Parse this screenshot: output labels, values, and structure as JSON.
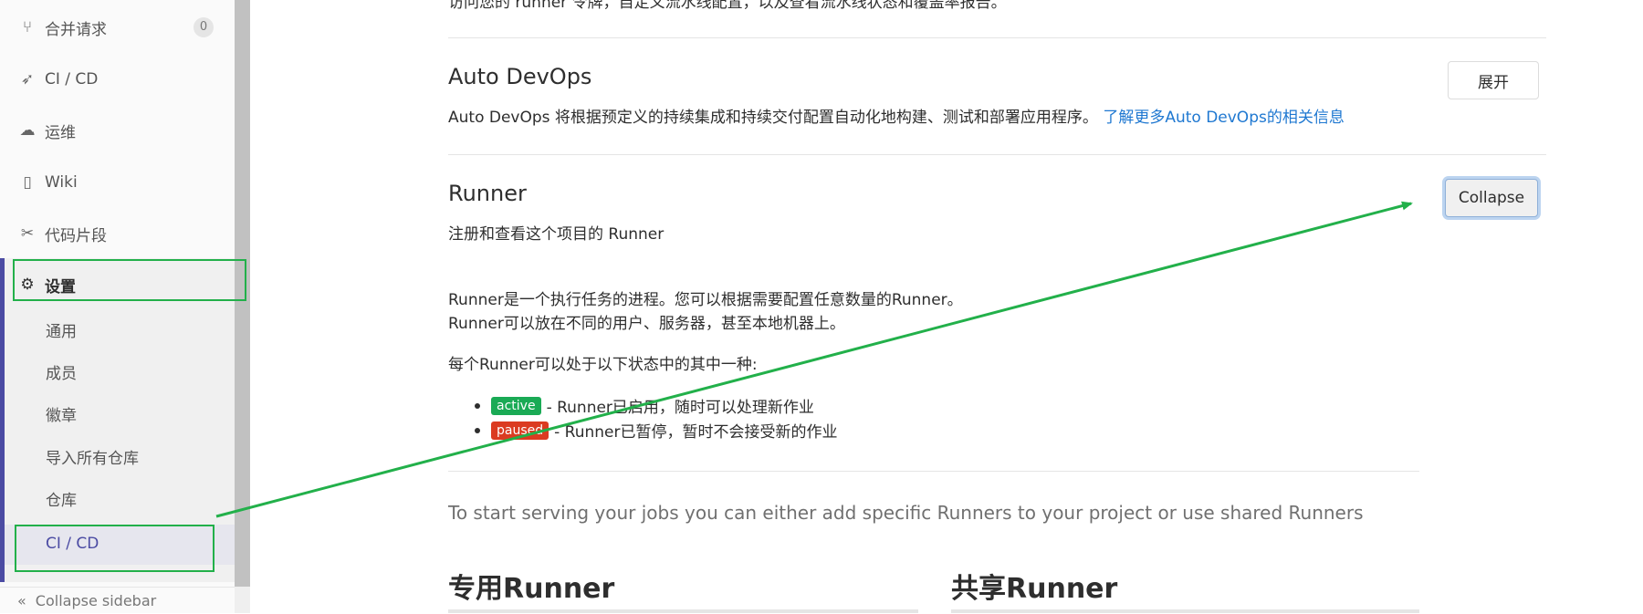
{
  "sidebar": {
    "items": [
      {
        "label": "合并请求",
        "icon": "merge-request-icon",
        "badge": "0"
      },
      {
        "label": "CI / CD",
        "icon": "rocket-icon"
      },
      {
        "label": "运维",
        "icon": "cloud-gear-icon"
      },
      {
        "label": "Wiki",
        "icon": "book-icon"
      },
      {
        "label": "代码片段",
        "icon": "scissors-icon"
      },
      {
        "label": "设置",
        "icon": "gear-icon"
      }
    ],
    "settings_sub": [
      "通用",
      "成员",
      "徽章",
      "导入所有仓库",
      "仓库",
      "CI / CD"
    ],
    "collapse_label": "Collapse sidebar"
  },
  "main": {
    "cut_text": "访问您的 runner 令牌，自定义流水线配置，以及查看流水线状态和覆盖率报告。",
    "autodevops": {
      "title": "Auto DevOps",
      "desc": "Auto DevOps 将根据预定义的持续集成和持续交付配置自动化地构建、测试和部署应用程序。",
      "link": "了解更多Auto DevOps的相关信息",
      "button": "展开"
    },
    "runner": {
      "title": "Runner",
      "desc": "注册和查看这个项目的 Runner",
      "button": "Collapse",
      "para1": "Runner是一个执行任务的进程。您可以根据需要配置任意数量的Runner。",
      "para2": "Runner可以放在不同的用户、服务器，甚至本地机器上。",
      "para3": "每个Runner可以处于以下状态中的其中一种:",
      "statuses": [
        {
          "pill": "active",
          "text": "- Runner已启用，随时可以处理新作业",
          "color": "#1aaa55"
        },
        {
          "pill": "paused",
          "text": "- Runner已暂停，暂时不会接受新的作业",
          "color": "#db3b21"
        }
      ],
      "serving": "To start serving your jobs you can either add specific Runners to your project or use shared Runners",
      "specific_title": "专用Runner",
      "shared_title": "共享Runner"
    }
  },
  "annotation": {
    "color": "#22b04a"
  }
}
